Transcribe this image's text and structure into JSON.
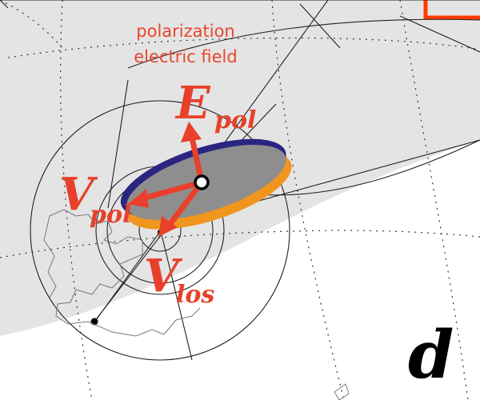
{
  "annotation": {
    "line1": "polarization",
    "line2": "electric field"
  },
  "vectors": {
    "e_pol": {
      "main": "E",
      "sub": "pol"
    },
    "v_pol": {
      "main": "V",
      "sub": "pol"
    },
    "v_los": {
      "main": "V",
      "sub": "los"
    }
  },
  "panel_label": "d",
  "colors": {
    "arrow": "#e8402a",
    "ellipse_top": "#2a2580",
    "ellipse_side": "#f0961e",
    "ellipse_fill": "#8e8e8e",
    "band": "#e4e4e4",
    "frame": "#ff3b00"
  }
}
